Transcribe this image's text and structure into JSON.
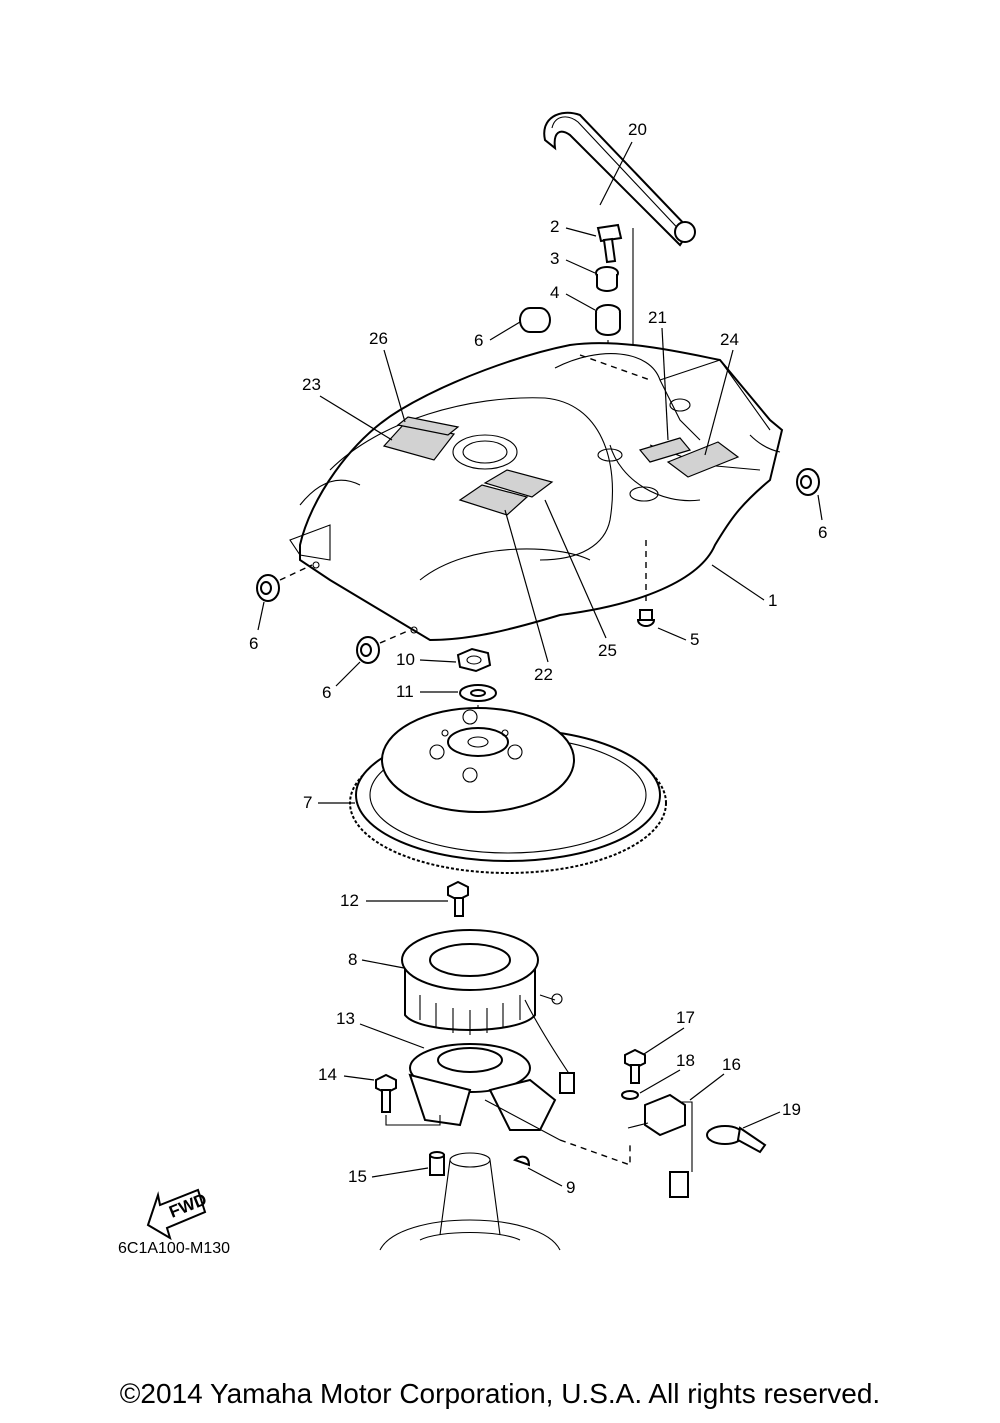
{
  "diagram": {
    "code": "6C1A100-M130",
    "fwd_label": "FWD",
    "copyright": "©2014 Yamaha Motor Corporation, U.S.A. All rights reserved.",
    "callouts": {
      "c1": "1",
      "c2": "2",
      "c3": "3",
      "c4": "4",
      "c5": "5",
      "c6a": "6",
      "c6b": "6",
      "c6c": "6",
      "c6d": "6",
      "c7": "7",
      "c8": "8",
      "c9": "9",
      "c10": "10",
      "c11": "11",
      "c12": "12",
      "c13": "13",
      "c14": "14",
      "c15": "15",
      "c16": "16",
      "c17": "17",
      "c18": "18",
      "c19": "19",
      "c20": "20",
      "c21": "21",
      "c22": "22",
      "c23": "23",
      "c24": "24",
      "c25": "25",
      "c26": "26"
    }
  }
}
